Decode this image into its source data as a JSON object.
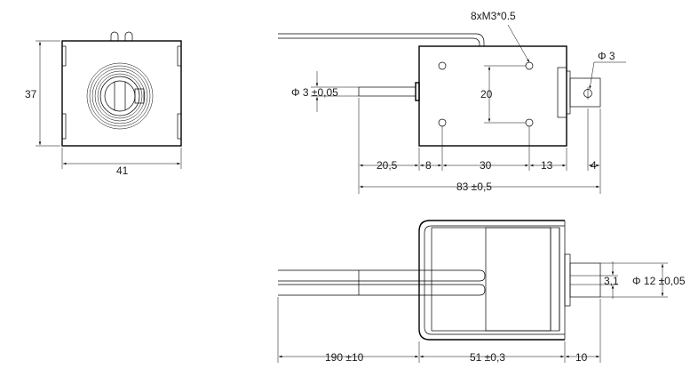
{
  "dimensions": {
    "front_height": "37",
    "front_width": "41",
    "thread_spec": "8xM3*0.5",
    "plunger_dia_left": "Φ 3 ±0,05",
    "pin_dia_right": "Φ 3",
    "hole_spacing_v": "20",
    "seg_a": "20,5",
    "seg_b": "8",
    "seg_c": "30",
    "seg_d": "13",
    "seg_e": "4",
    "overall_len": "83 ±0,5",
    "shaft_dia": "3,1",
    "boss_dia": "Φ 12 ±0,05",
    "lead_len": "190 ±10",
    "body_len": "51 ±0,3",
    "boss_len": "10"
  }
}
